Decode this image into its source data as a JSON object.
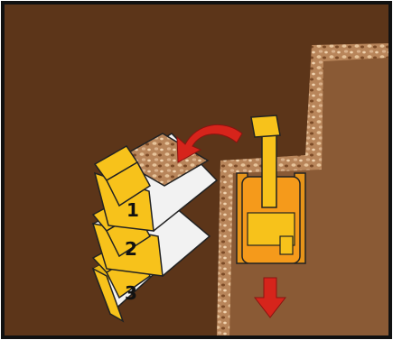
{
  "diagram": {
    "trucks": [
      {
        "label": "1"
      },
      {
        "label": "2"
      },
      {
        "label": "3"
      }
    ],
    "colors": {
      "border": "#111111",
      "ground_dark": "#5c3519",
      "ground_light": "#8a5a35",
      "cut_edge_gravel": "#c9a07a",
      "machine_yellow": "#f7c21b",
      "machine_orange": "#f59a1b",
      "arrow_red": "#d6241b",
      "load_gravel": "#b58a5c",
      "truck_bed_white": "#f2f2f2"
    },
    "icons": {
      "swing_direction": "curved-arrow-left-icon",
      "travel_direction": "arrow-down-icon"
    }
  }
}
